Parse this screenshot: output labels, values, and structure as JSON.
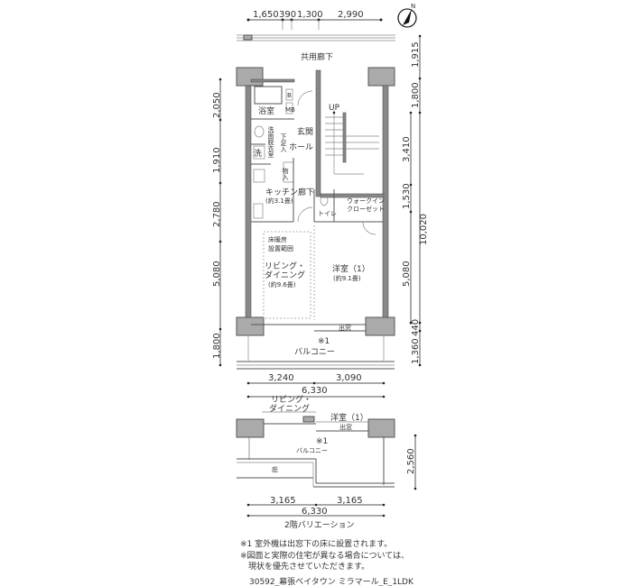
{
  "top_dims": [
    "1,650",
    "390",
    "1,300",
    "2,990"
  ],
  "right_dims": [
    "1,915",
    "1,800",
    "3,410",
    "1,530",
    "5,080",
    "440",
    "1,360"
  ],
  "right_total": "10,020",
  "left_dims": [
    "2,050",
    "1,910",
    "2,780",
    "5,080",
    "1,800"
  ],
  "bottom_dims": [
    "3,240",
    "3,090"
  ],
  "bottom_total": "6,330",
  "compass": "N",
  "rooms": {
    "corridor": "共用廊下",
    "bath": "浴室",
    "b": "B",
    "mb": "MB",
    "washroom": "洗面脱衣室",
    "wash": "洗",
    "shoe": "下足入",
    "entrance": "玄関",
    "hall": "ホール",
    "up": "UP",
    "storage": "物入",
    "kitchen": "キッチン",
    "kitchen_size": "(約3.1畳)",
    "hallway": "廊下",
    "toilet": "トイレ",
    "wic_1": "ウォークイン",
    "wic_2": "クローゼット",
    "floor_heat_1": "床暖房",
    "floor_heat_2": "設置範囲",
    "living_1": "リビング・",
    "living_2": "ダイニング",
    "living_size": "(約9.6畳)",
    "western": "洋室（1）",
    "western_size": "(約9.1畳)",
    "bay": "出窓",
    "note_mark": "※1",
    "balcony": "バルコニー"
  },
  "variation": {
    "living_1": "リビング・",
    "living_2": "ダイニング",
    "western": "洋室（1）",
    "bay": "出窓",
    "note_mark": "※1",
    "balcony": "バルコニー",
    "eaves": "庇",
    "depth": "2,560",
    "dims": [
      "3,165",
      "3,165"
    ],
    "total": "6,330",
    "title": "2階バリエーション"
  },
  "notes": [
    "※1 室外機は出窓下の床に設置されます。",
    "※図面と実際の住宅が異なる場合については、",
    "現状を優先させていただきます。"
  ],
  "caption": "30592_幕張ベイタウン ミラマール_E_1LDK"
}
